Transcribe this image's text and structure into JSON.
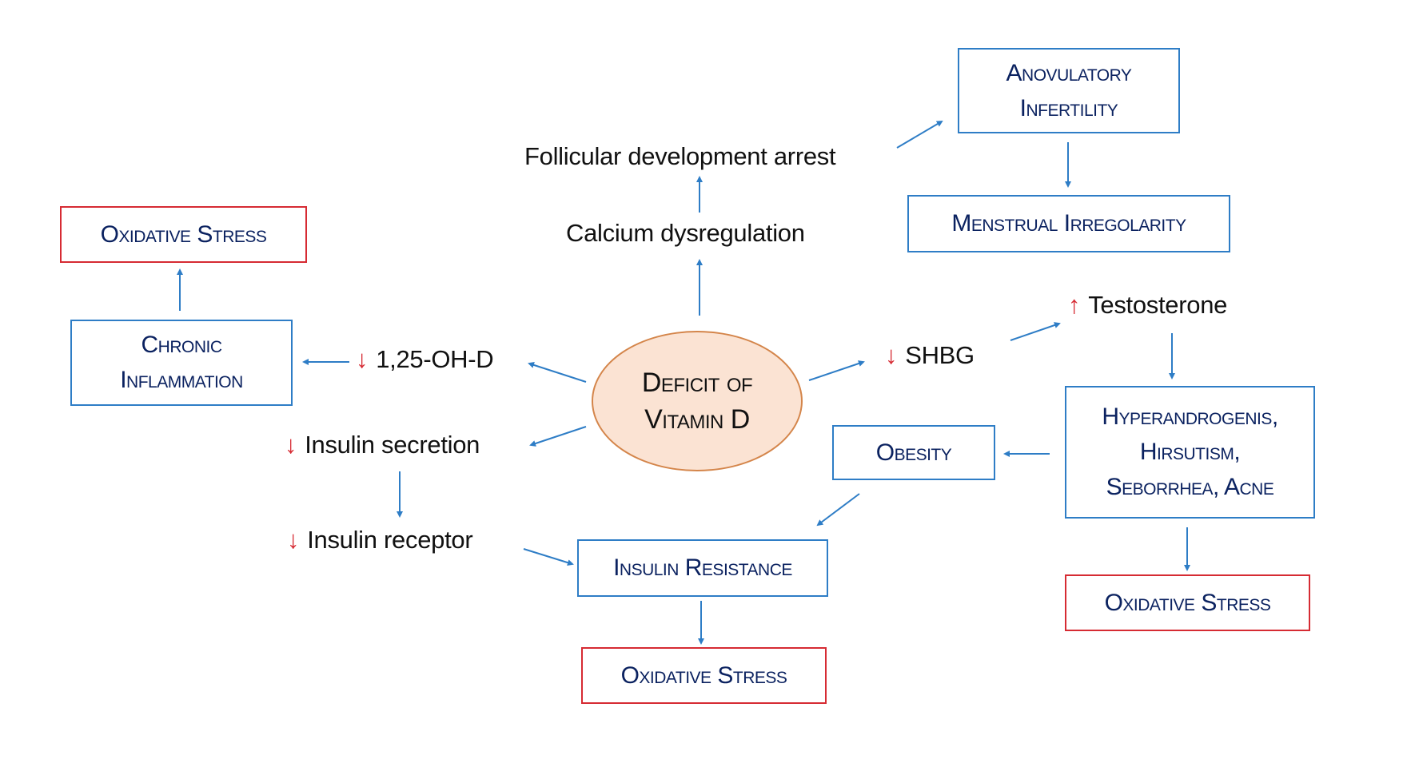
{
  "diagram": {
    "center": {
      "line1": "Deficit of",
      "line2": "Vitamin D"
    },
    "labels": {
      "follicular": "Follicular development arrest",
      "calcium": "Calcium dysregulation",
      "vitd_125": "1,25-OH-D",
      "insulin_secretion": "Insulin secretion",
      "insulin_receptor": "Insulin receptor",
      "shbg": "SHBG",
      "testosterone": "Testosterone"
    },
    "indicators": {
      "decrease": "↓",
      "increase": "↑"
    },
    "boxes": {
      "anovulatory": {
        "line1": "Anovulatory",
        "line2": "Infertility"
      },
      "menstrual": {
        "line1": "Menstrual Irregolarity"
      },
      "oxidative_left": {
        "line1": "Oxidative Stress"
      },
      "chronic": {
        "line1": "Chronic",
        "line2": "Inflammation"
      },
      "obesity": {
        "line1": "Obesity"
      },
      "hyperandrogenism": {
        "line1": "Hyperandrogenis,",
        "line2": "Hirsutism,",
        "line3": "Seborrhea, Acne"
      },
      "insulin_resistance": {
        "line1": "Insulin Resistance"
      },
      "oxidative_bottom": {
        "line1": "Oxidative Stress"
      },
      "oxidative_right": {
        "line1": "Oxidative Stress"
      }
    },
    "colors": {
      "arrow": "#2E7DC6",
      "box_border_blue": "#2E7DC6",
      "box_border_red": "#D62B33",
      "box_text": "#0B2260",
      "indicator_red": "#D62B33",
      "ellipse_fill": "#FBE3D3",
      "ellipse_border": "#D4854A"
    }
  }
}
